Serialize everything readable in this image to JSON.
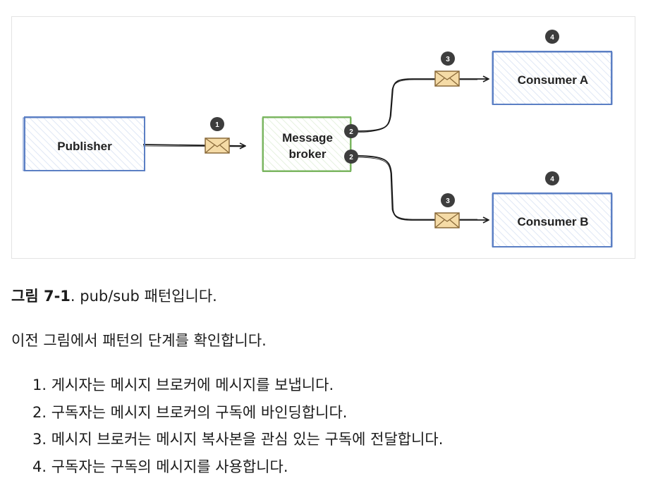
{
  "diagram": {
    "nodes": {
      "publisher": "Publisher",
      "broker_line1": "Message",
      "broker_line2": "broker",
      "consumer_a": "Consumer A",
      "consumer_b": "Consumer B"
    },
    "step_markers": {
      "publish": "1",
      "bind_top": "2",
      "bind_bottom": "2",
      "copy_top": "3",
      "copy_bottom": "3",
      "consume_a": "4",
      "consume_b": "4"
    },
    "colors": {
      "publisher_border": "#5b7fc4",
      "broker_border": "#7bb661",
      "consumer_border": "#5b7fc4",
      "marker_fill": "#3d3d3d",
      "envelope_fill": "#f5dba6",
      "envelope_stroke": "#8a6a3a"
    }
  },
  "caption": {
    "label": "그림 7-1",
    "text": ". pub/sub 패턴입니다."
  },
  "intro": "이전 그림에서 패턴의 단계를 확인합니다.",
  "steps": [
    "1. 게시자는 메시지 브로커에 메시지를 보냅니다.",
    "2. 구독자는 메시지 브로커의 구독에 바인딩합니다.",
    "3. 메시지 브로커는 메시지 복사본을 관심 있는 구독에 전달합니다.",
    "4. 구독자는 구독의 메시지를 사용합니다."
  ]
}
